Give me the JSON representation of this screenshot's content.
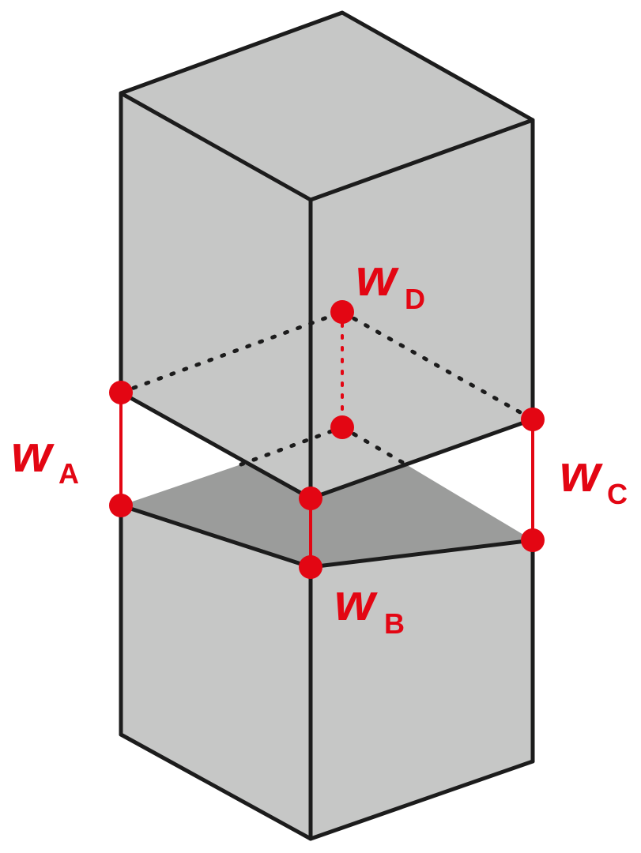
{
  "colors": {
    "accent": "#e30613",
    "face": "#c6c7c6",
    "face_dark": "#9b9c9b",
    "edge": "#1c1c1c"
  },
  "labels": {
    "a": {
      "main": "w",
      "sub": "A"
    },
    "b": {
      "main": "w",
      "sub": "B"
    },
    "c": {
      "main": "w",
      "sub": "C"
    },
    "d": {
      "main": "w",
      "sub": "D"
    }
  }
}
